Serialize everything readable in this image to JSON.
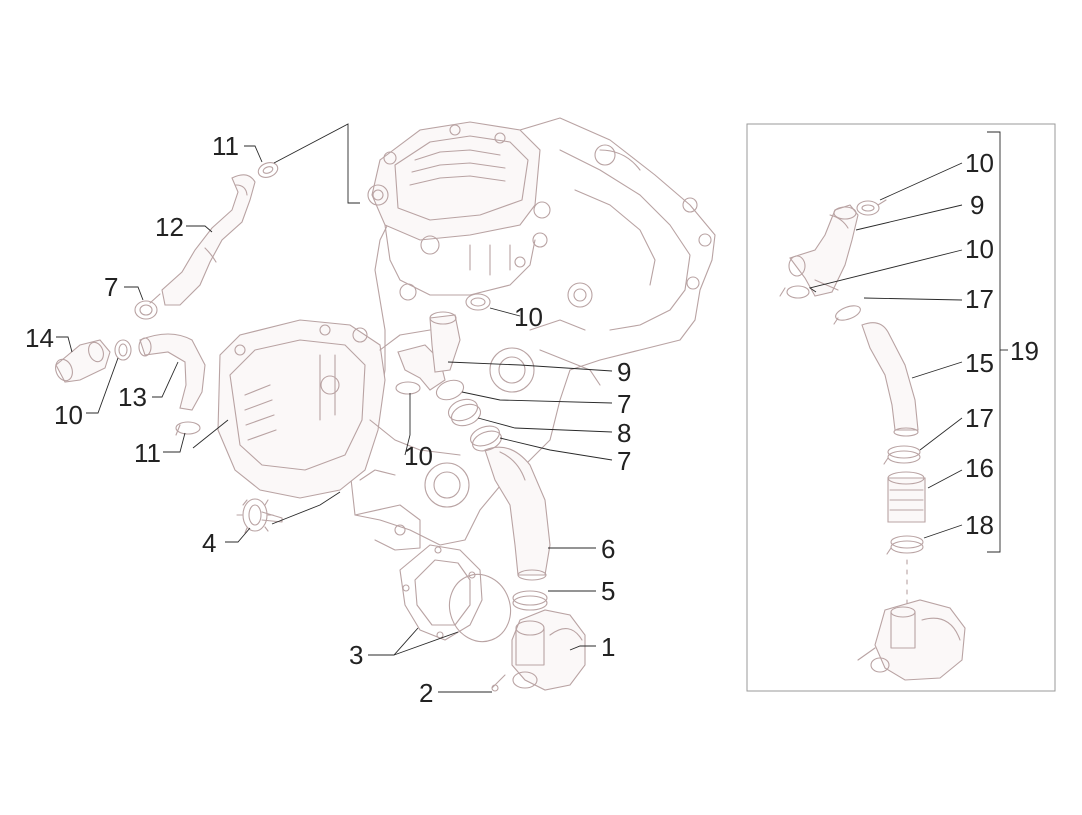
{
  "colors": {
    "line": "#b9a3a3",
    "leader": "#2a2a2a",
    "text": "#222222",
    "frame": "#9a9a9a"
  },
  "callouts": {
    "c11a": "11",
    "c12": "12",
    "c7a": "7",
    "c14": "14",
    "c10a": "10",
    "c13": "13",
    "c11b": "11",
    "c10b": "10",
    "c9a": "9",
    "c7b": "7",
    "c8": "8",
    "c7c": "7",
    "c10c": "10",
    "c4": "4",
    "c6": "6",
    "c5": "5",
    "c3": "3",
    "c1": "1",
    "c2": "2",
    "r10a": "10",
    "r9": "9",
    "r10b": "10",
    "r17a": "17",
    "r15": "15",
    "r19": "19",
    "r17b": "17",
    "r16": "16",
    "r18": "18"
  }
}
